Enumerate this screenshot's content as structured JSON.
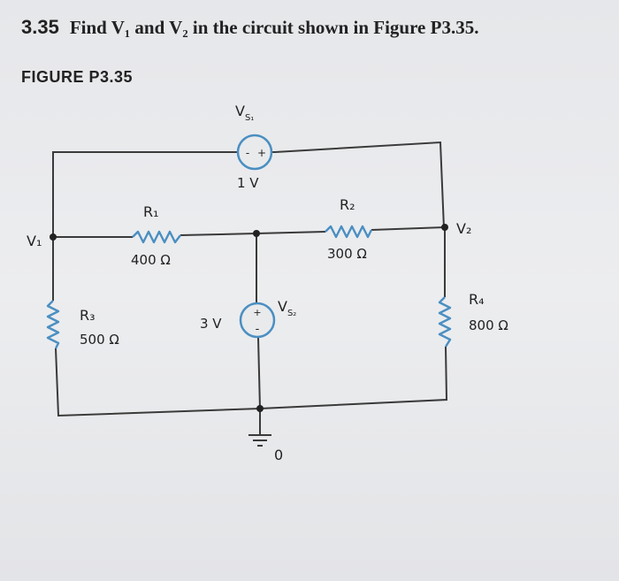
{
  "problem": {
    "number": "3.35",
    "text": "Find V₁ and V₂ in the circuit shown in Figure P3.35."
  },
  "figure": {
    "label": "FIGURE P3.35"
  },
  "circuit": {
    "wire_color": "#3a3a3a",
    "component_color": "#4a8fc2",
    "labels": {
      "v1": "V₁",
      "v2": "V₂",
      "vs1": "V",
      "vs1_sub": "S₁",
      "vs1_value": "1 V",
      "vs2": "V",
      "vs2_sub": "S₂",
      "vs2_value": "3 V",
      "r1": "R₁",
      "r1_value": "400 Ω",
      "r2": "R₂",
      "r2_value": "300 Ω",
      "r3": "R₃",
      "r3_value": "500 Ω",
      "r4": "R₄",
      "r4_value": "800 Ω",
      "ground": "0",
      "vs1_polarity_minus": "-",
      "vs1_polarity_plus": "+",
      "vs2_polarity_plus": "+",
      "vs2_polarity_minus": "-"
    }
  }
}
